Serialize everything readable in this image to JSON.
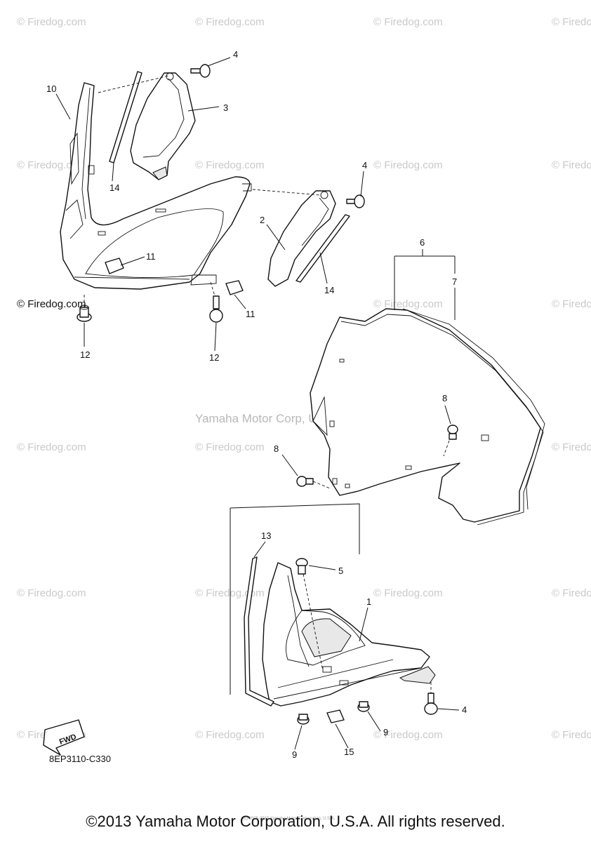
{
  "watermark_text": "© Firedog.com",
  "center_watermark": "Yamaha Motor Corp, U.S.A.",
  "overlay_watermark": "© Firedog.com",
  "tiny_caption": "(c) 2005-2015 Yamaha Motor Corporation, U.S.A.",
  "diagram_code": "8EP3110-C330",
  "fwd_label": "FWD",
  "footer": "©2013 Yamaha Motor Corporation, U.S.A. All rights reserved.",
  "callouts": {
    "c1": "1",
    "c2": "2",
    "c3": "3",
    "c4a": "4",
    "c4b": "4",
    "c4c": "4",
    "c5": "5",
    "c6": "6",
    "c7": "7",
    "c8a": "8",
    "c8b": "8",
    "c9a": "9",
    "c9b": "9",
    "c10": "10",
    "c11a": "11",
    "c11b": "11",
    "c12a": "12",
    "c12b": "12",
    "c13": "13",
    "c14a": "14",
    "c14b": "14",
    "c15": "15"
  }
}
